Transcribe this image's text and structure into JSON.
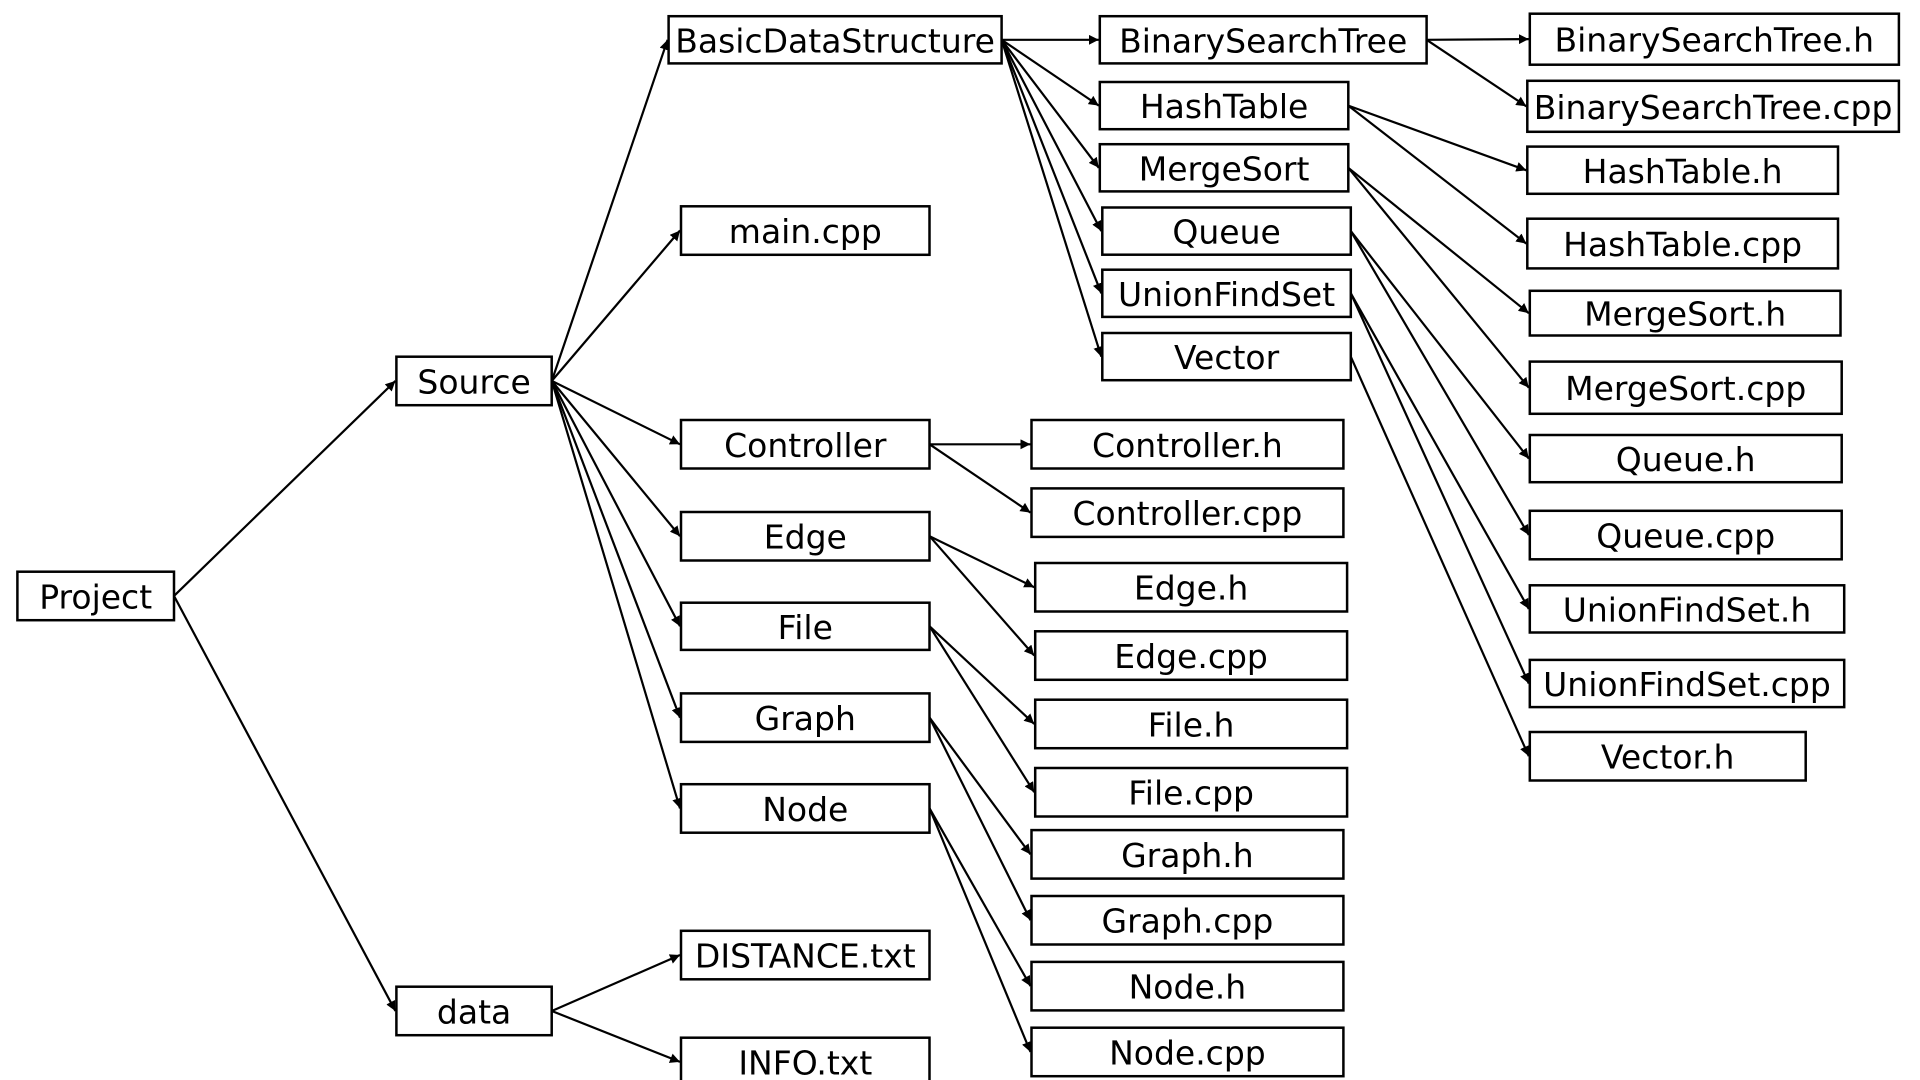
{
  "diagram": {
    "type": "directory-tree",
    "nodes": {
      "project": "Project",
      "source": "Source",
      "data": "data",
      "basic_data_structure": "BasicDataStructure",
      "main_cpp": "main.cpp",
      "controller": "Controller",
      "edge": "Edge",
      "file": "File",
      "graph": "Graph",
      "node": "Node",
      "distance_txt": "DISTANCE.txt",
      "info_txt": "INFO.txt",
      "binary_search_tree": "BinarySearchTree",
      "hash_table": "HashTable",
      "merge_sort": "MergeSort",
      "queue": "Queue",
      "union_find_set": "UnionFindSet",
      "vector": "Vector",
      "controller_h": "Controller.h",
      "controller_cpp": "Controller.cpp",
      "edge_h": "Edge.h",
      "edge_cpp": "Edge.cpp",
      "file_h": "File.h",
      "file_cpp": "File.cpp",
      "graph_h": "Graph.h",
      "graph_cpp": "Graph.cpp",
      "node_h": "Node.h",
      "node_cpp": "Node.cpp",
      "binary_search_tree_h": "BinarySearchTree.h",
      "binary_search_tree_cpp": "BinarySearchTree.cpp",
      "hash_table_h": "HashTable.h",
      "hash_table_cpp": "HashTable.cpp",
      "merge_sort_h": "MergeSort.h",
      "merge_sort_cpp": "MergeSort.cpp",
      "queue_h": "Queue.h",
      "queue_cpp": "Queue.cpp",
      "union_find_set_h": "UnionFindSet.h",
      "union_find_set_cpp": "UnionFindSet.cpp",
      "vector_h": "Vector.h"
    },
    "edges": [
      [
        "project",
        "source"
      ],
      [
        "project",
        "data"
      ],
      [
        "source",
        "basic_data_structure"
      ],
      [
        "source",
        "main_cpp"
      ],
      [
        "source",
        "controller"
      ],
      [
        "source",
        "edge"
      ],
      [
        "source",
        "file"
      ],
      [
        "source",
        "graph"
      ],
      [
        "source",
        "node"
      ],
      [
        "data",
        "distance_txt"
      ],
      [
        "data",
        "info_txt"
      ],
      [
        "basic_data_structure",
        "binary_search_tree"
      ],
      [
        "basic_data_structure",
        "hash_table"
      ],
      [
        "basic_data_structure",
        "merge_sort"
      ],
      [
        "basic_data_structure",
        "queue"
      ],
      [
        "basic_data_structure",
        "union_find_set"
      ],
      [
        "basic_data_structure",
        "vector"
      ],
      [
        "controller",
        "controller_h"
      ],
      [
        "controller",
        "controller_cpp"
      ],
      [
        "edge",
        "edge_h"
      ],
      [
        "edge",
        "edge_cpp"
      ],
      [
        "file",
        "file_h"
      ],
      [
        "file",
        "file_cpp"
      ],
      [
        "graph",
        "graph_h"
      ],
      [
        "graph",
        "graph_cpp"
      ],
      [
        "node",
        "node_h"
      ],
      [
        "node",
        "node_cpp"
      ],
      [
        "binary_search_tree",
        "binary_search_tree_h"
      ],
      [
        "binary_search_tree",
        "binary_search_tree_cpp"
      ],
      [
        "hash_table",
        "hash_table_h"
      ],
      [
        "hash_table",
        "hash_table_cpp"
      ],
      [
        "merge_sort",
        "merge_sort_h"
      ],
      [
        "merge_sort",
        "merge_sort_cpp"
      ],
      [
        "queue",
        "queue_h"
      ],
      [
        "queue",
        "queue_cpp"
      ],
      [
        "union_find_set",
        "union_find_set_h"
      ],
      [
        "union_find_set",
        "union_find_set_cpp"
      ],
      [
        "vector",
        "vector_h"
      ]
    ]
  }
}
